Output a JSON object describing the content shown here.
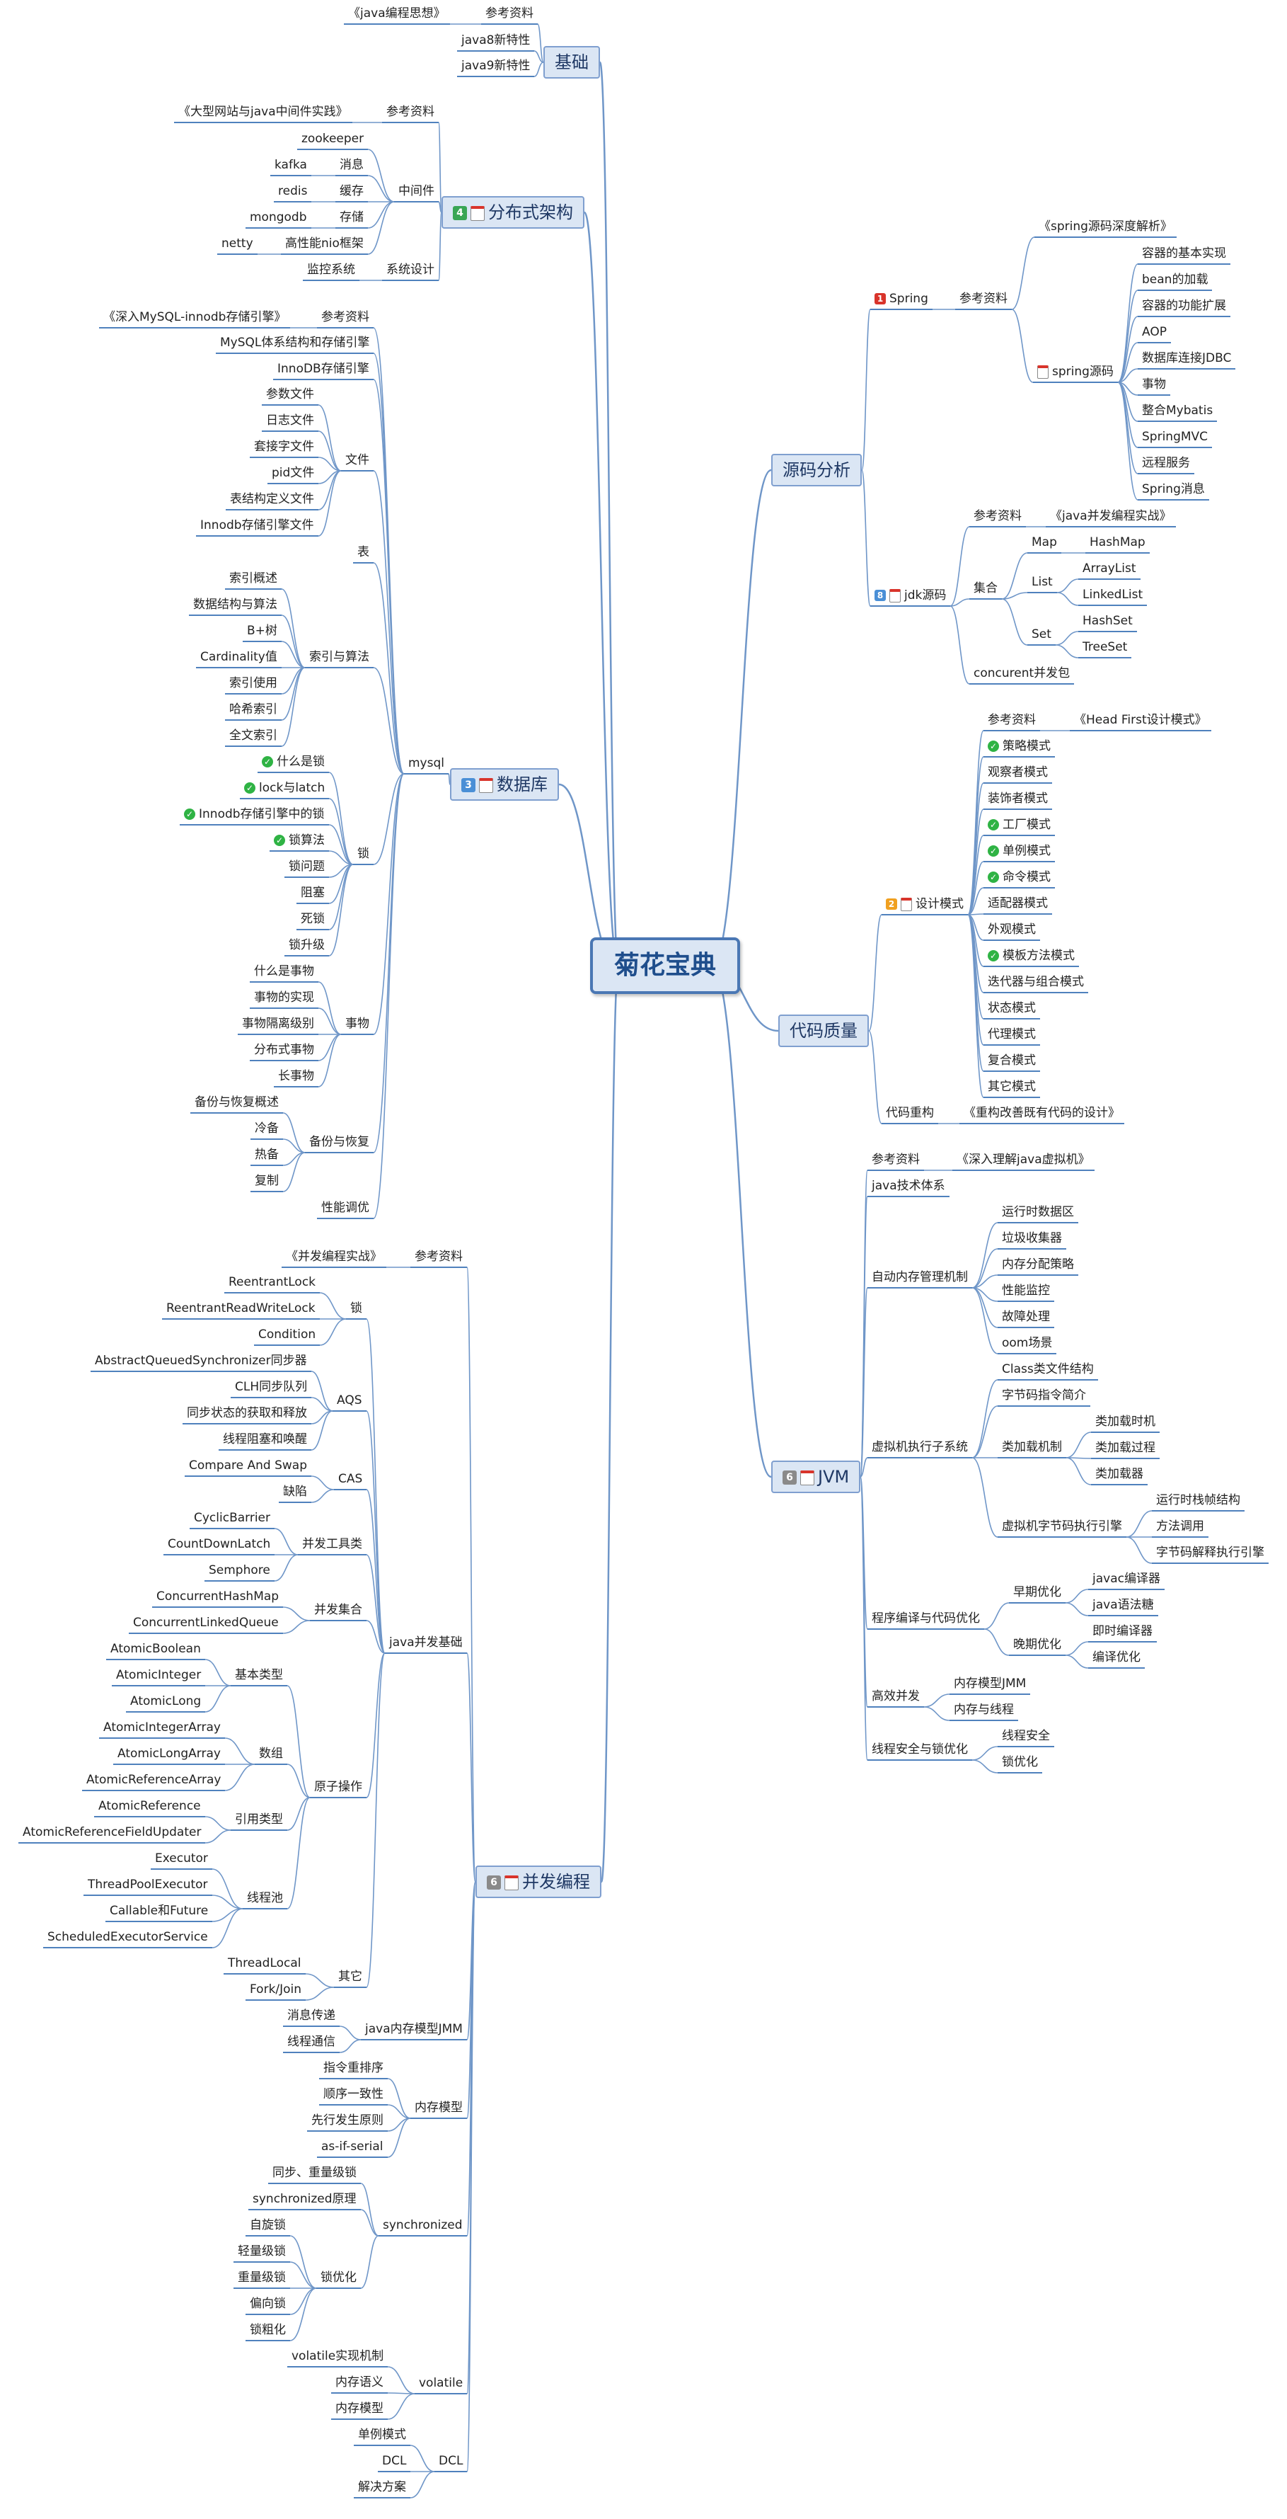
{
  "colors": {
    "line": "#6f96c8",
    "underline": "#4f81bd",
    "check": "#2fb344",
    "red": "#d9342b",
    "blue": "#4a8fd6",
    "orange": "#f0a020",
    "green": "#3aa655",
    "gray": "#8a8a8a"
  },
  "root": {
    "label": "菊花宝典"
  },
  "branches": {
    "jichu": {
      "label": "基础",
      "icons": []
    },
    "fenbushi": {
      "label": "分布式架构",
      "icons": [
        {
          "type": "num",
          "text": "4",
          "color": "#3aa655"
        },
        {
          "type": "cal"
        }
      ]
    },
    "shujuku": {
      "label": "数据库",
      "icons": [
        {
          "type": "num",
          "text": "3",
          "color": "#4a8fd6"
        },
        {
          "type": "cal"
        }
      ]
    },
    "bingfa": {
      "label": "并发编程",
      "icons": [
        {
          "type": "num",
          "text": "6",
          "color": "#8a8a8a"
        },
        {
          "type": "cal"
        }
      ]
    },
    "yuanma": {
      "label": "源码分析",
      "icons": []
    },
    "daima": {
      "label": "代码质量",
      "icons": []
    },
    "jvm": {
      "label": "JVM",
      "icons": [
        {
          "type": "num",
          "text": "6",
          "color": "#8a8a8a"
        },
        {
          "type": "cal"
        }
      ]
    }
  },
  "labels": {
    "ck": "参考资料",
    "b1": "《java编程思想》",
    "b2": "java8新特性",
    "b3": "java9新特性",
    "d1": "《大型网站与java中间件实践》",
    "d_mid": "中间件",
    "d2": "zookeeper",
    "d3": "消息",
    "d3a": "kafka",
    "d4": "缓存",
    "d4a": "redis",
    "d5": "存储",
    "d5a": "mongodb",
    "d6": "高性能nio框架",
    "d6a": "netty",
    "d7": "系统设计",
    "d7a": "监控系统",
    "m_mysql": "mysql",
    "m1": "《深入MySQL-innodb存储引擎》",
    "m2": "MySQL体系结构和存储引擎",
    "m3": "InnoDB存储引擎",
    "m_file": "文件",
    "mf1": "参数文件",
    "mf2": "日志文件",
    "mf3": "套接字文件",
    "mf4": "pid文件",
    "mf5": "表结构定义文件",
    "mf6": "Innodb存储引擎文件",
    "m_table": "表",
    "m_idx": "索引与算法",
    "mi1": "索引概述",
    "mi2": "数据结构与算法",
    "mi3": "B+树",
    "mi4": "Cardinality值",
    "mi5": "索引使用",
    "mi6": "哈希索引",
    "mi7": "全文索引",
    "m_lock": "锁",
    "ml1": "什么是锁",
    "ml2": "lock与latch",
    "ml3": "Innodb存储引擎中的锁",
    "ml4": "锁算法",
    "ml5": "锁问题",
    "ml6": "阻塞",
    "ml7": "死锁",
    "ml8": "锁升级",
    "m_tx": "事物",
    "mt1": "什么是事物",
    "mt2": "事物的实现",
    "mt3": "事物隔离级别",
    "mt4": "分布式事物",
    "mt5": "长事物",
    "m_bak": "备份与恢复",
    "mb1": "备份与恢复概述",
    "mb2": "冷备",
    "mb3": "热备",
    "mb4": "复制",
    "m_perf": "性能调优",
    "c1": "《并发编程实战》",
    "c_jb": "java并发基础",
    "c_lock": "锁",
    "cl1": "ReentrantLock",
    "cl2": "ReentrantReadWriteLock",
    "cl3": "Condition",
    "c_aqs": "AQS",
    "ca1": "AbstractQueuedSynchronizer同步器",
    "ca2": "CLH同步队列",
    "ca3": "同步状态的获取和释放",
    "ca4": "线程阻塞和唤醒",
    "c_cas": "CAS",
    "cc1": "Compare And Swap",
    "cc2": "缺陷",
    "c_tool": "并发工具类",
    "ct1": "CyclicBarrier",
    "ct2": "CountDownLatch",
    "ct3": "Semphore",
    "c_coll": "并发集合",
    "co1": "ConcurrentHashMap",
    "co2": "ConcurrentLinkedQueue",
    "c_atom": "原子操作",
    "c_basic": "基本类型",
    "cb1": "AtomicBoolean",
    "cb2": "AtomicInteger",
    "cb3": "AtomicLong",
    "c_arr": "数组",
    "cr1": "AtomicIntegerArray",
    "cr2": "AtomicLongArray",
    "cr3": "AtomicReferenceArray",
    "c_ref": "引用类型",
    "cf1": "AtomicReference",
    "cf2": "AtomicReferenceFieldUpdater",
    "c_pool": "线程池",
    "cp1": "Executor",
    "cp2": "ThreadPoolExecutor",
    "cp3": "Callable和Future",
    "cp4": "ScheduledExecutorService",
    "c_other": "其它",
    "cx1": "ThreadLocal",
    "cx2": "Fork/Join",
    "c_jmm": "java内存模型JMM",
    "cj1": "消息传递",
    "cj2": "线程通信",
    "c_mem": "内存模型",
    "cm1": "指令重排序",
    "cm2": "顺序一致性",
    "cm3": "先行发生原则",
    "cm4": "as-if-serial",
    "c_sync": "synchronized",
    "cs1": "同步、重量级锁",
    "cs2": "synchronized原理",
    "c_opt": "锁优化",
    "cs3": "自旋锁",
    "cs4": "轻量级锁",
    "cs5": "重量级锁",
    "cs6": "偏向锁",
    "cs7": "锁粗化",
    "c_vol": "volatile",
    "cv1": "volatile实现机制",
    "cv2": "内存语义",
    "cv3": "内存模型",
    "c_dcl": "DCL",
    "cd1": "单例模式",
    "cd2": "DCL",
    "cd3": "解决方案",
    "y_spring": "Spring",
    "ys1": "《spring源码深度解析》",
    "ys_src": "spring源码",
    "ys2": "容器的基本实现",
    "ys3": "bean的加载",
    "ys4": "容器的功能扩展",
    "ys5": "AOP",
    "ys6": "数据库连接JDBC",
    "ys7": "事物",
    "ys8": "整合Mybatis",
    "ys9": "SpringMVC",
    "ys10": "远程服务",
    "ys11": "Spring消息",
    "y_jdk": "jdk源码",
    "yj1": "《java并发编程实战》",
    "yj_coll": "集合",
    "yj_map": "Map",
    "yj_hm": "HashMap",
    "yj_list": "List",
    "yj_al": "ArrayList",
    "yj_ll": "LinkedList",
    "yj_set": "Set",
    "yj_hs": "HashSet",
    "yj_ts": "TreeSet",
    "yj_conc": "concurent并发包",
    "q_dp": "设计模式",
    "q1": "《Head First设计模式》",
    "q2": "策略模式",
    "q3": "观察者模式",
    "q4": "装饰者模式",
    "q5": "工厂模式",
    "q6": "单例模式",
    "q7": "命令模式",
    "q8": "适配器模式",
    "q9": "外观模式",
    "q10": "模板方法模式",
    "q11": "迭代器与组合模式",
    "q12": "状态模式",
    "q13": "代理模式",
    "q14": "复合模式",
    "q15": "其它模式",
    "q_ref": "代码重构",
    "q16": "《重构改善既有代码的设计》",
    "j1": "《深入理解java虚拟机》",
    "j_sys": "java技术体系",
    "j_auto": "自动内存管理机制",
    "ja1": "运行时数据区",
    "ja2": "垃圾收集器",
    "ja3": "内存分配策略",
    "ja4": "性能监控",
    "ja5": "故障处理",
    "ja6": "oom场景",
    "j_exec": "虚拟机执行子系统",
    "je1": "Class类文件结构",
    "je2": "字节码指令简介",
    "j_load": "类加载机制",
    "je3": "类加载时机",
    "je4": "类加载过程",
    "je5": "类加载器",
    "j_engine": "虚拟机字节码执行引擎",
    "je6": "运行时栈帧结构",
    "je7": "方法调用",
    "je8": "字节码解释执行引擎",
    "j_comp": "程序编译与代码优化",
    "j_early": "早期优化",
    "jc1": "javac编译器",
    "jc2": "java语法糖",
    "j_late": "晚期优化",
    "jc3": "即时编译器",
    "jc4": "编译优化",
    "j_conc": "高效并发",
    "jh1": "内存模型JMM",
    "jh2": "内存与线程",
    "j_safe": "线程安全与锁优化",
    "js1": "线程安全",
    "js2": "锁优化"
  },
  "checked": [
    "ml1",
    "ml2",
    "ml3",
    "ml4",
    "q2",
    "q5",
    "q6",
    "q7",
    "q10"
  ]
}
